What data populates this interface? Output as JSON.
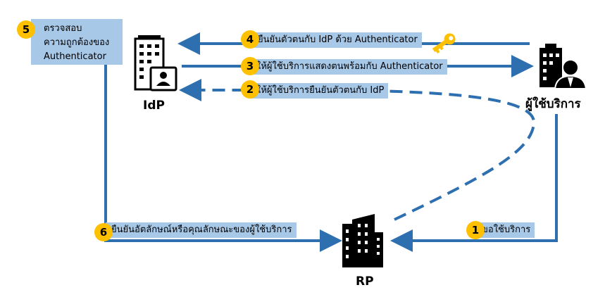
{
  "steps": [
    {
      "number": "1",
      "label": "ขอใช้บริการ"
    },
    {
      "number": "2",
      "label": "ให้ผู้ใช้บริการยืนยันตัวตนกับ IdP"
    },
    {
      "number": "3",
      "label": "ให้ผู้ใช้บริการแสดงตนพร้อมกับ Authenticator"
    },
    {
      "number": "4",
      "label": "ยืนยันตัวตนกับ IdP ด้วย Authenticator"
    },
    {
      "number": "5",
      "lines": [
        "ตรวจสอบ",
        "ความถูกต้องของ",
        "Authenticator"
      ]
    },
    {
      "number": "6",
      "label": "ยืนยันอัตลักษณ์หรือคุณลักษณะของผู้ใช้บริการ"
    }
  ],
  "entities": {
    "idp": "IdP",
    "user": "ผู้ใช้บริการ",
    "rp": "RP"
  },
  "colors": {
    "arrow": "#2e6faf",
    "label_bg": "#a8c8e8",
    "badge": "#ffc000",
    "key": "#ffc000"
  },
  "icons": {
    "idp": "building-with-id-card-icon",
    "user": "building-with-person-icon",
    "rp": "office-buildings-icon",
    "step4": "key-icon"
  }
}
